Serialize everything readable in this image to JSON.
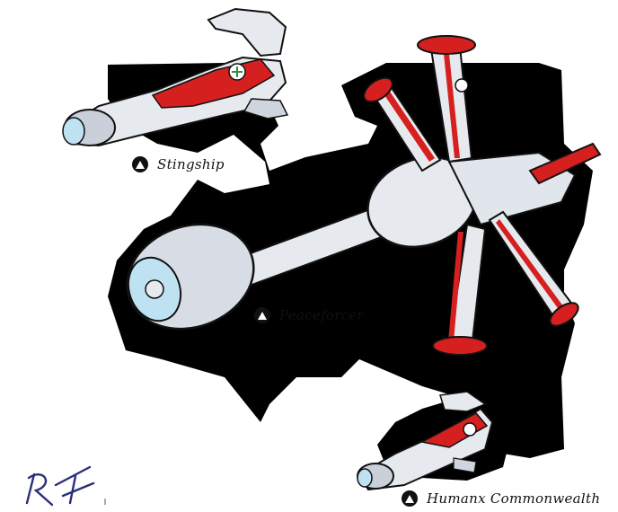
{
  "illustration": {
    "captions": [
      {
        "label": "Stingship",
        "icon": "triangle-marker-icon"
      },
      {
        "label": "Peaceforcer",
        "icon": "triangle-marker-icon"
      },
      {
        "label": "Humanx Commonwealth",
        "icon": "triangle-marker-icon"
      }
    ],
    "signature": "RF"
  },
  "colors": {
    "background": "#ffffff",
    "ink": "#111111",
    "hull": "#e6e9ee",
    "hull_shade": "#aab2bf",
    "accent_red": "#d62020",
    "engine_blue": "#bfe2f2",
    "signature_blue": "#2a2f7a"
  }
}
